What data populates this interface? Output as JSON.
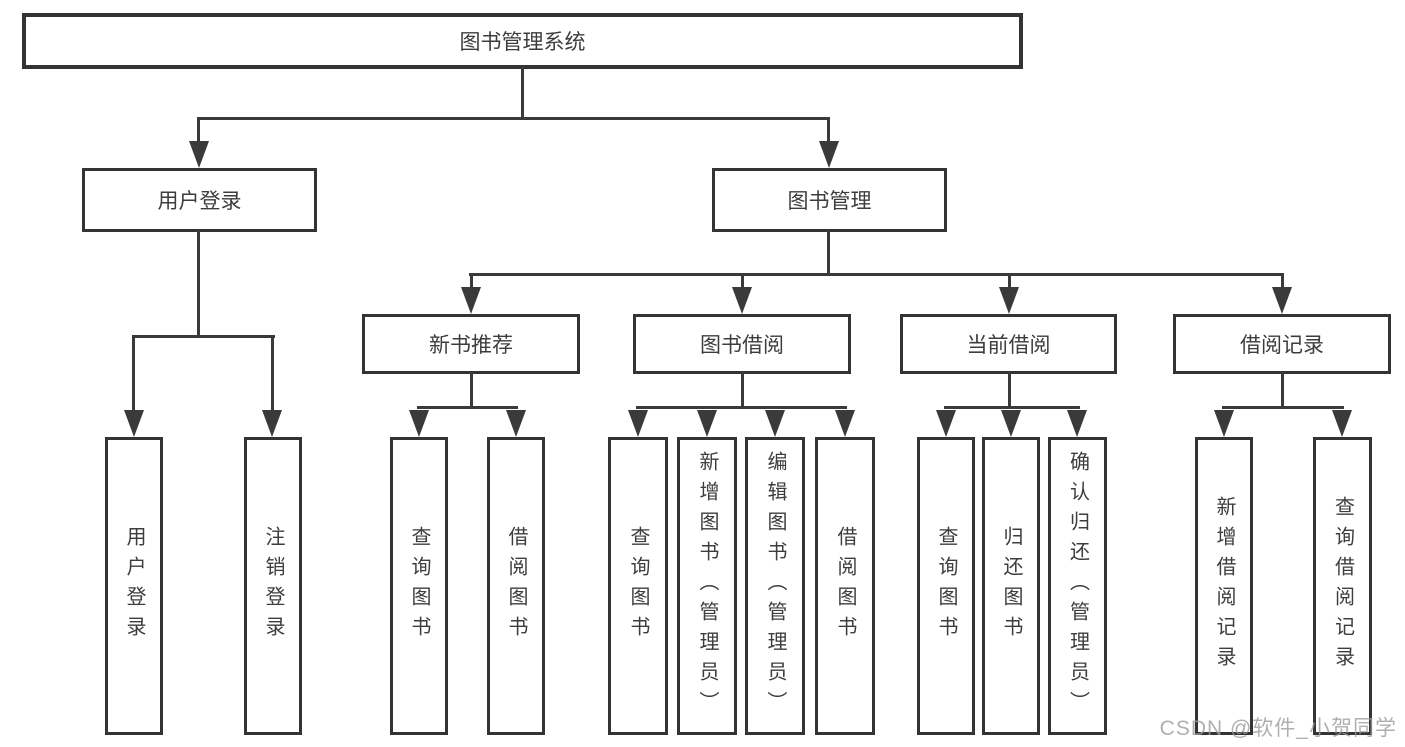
{
  "tree": {
    "root": {
      "label": "图书管理系统",
      "children": [
        {
          "label": "用户登录",
          "children": [
            {
              "label": "用户登录"
            },
            {
              "label": "注销登录"
            }
          ]
        },
        {
          "label": "图书管理",
          "children": [
            {
              "label": "新书推荐",
              "children": [
                {
                  "label": "查询图书"
                },
                {
                  "label": "借阅图书"
                }
              ]
            },
            {
              "label": "图书借阅",
              "children": [
                {
                  "label": "查询图书"
                },
                {
                  "label": "新增图书（管理员）"
                },
                {
                  "label": "编辑图书（管理员）"
                },
                {
                  "label": "借阅图书"
                }
              ]
            },
            {
              "label": "当前借阅",
              "children": [
                {
                  "label": "查询图书"
                },
                {
                  "label": "归还图书"
                },
                {
                  "label": "确认归还（管理员）"
                }
              ]
            },
            {
              "label": "借阅记录",
              "children": [
                {
                  "label": "新增借阅记录"
                },
                {
                  "label": "查询借阅记录"
                }
              ]
            }
          ]
        }
      ]
    }
  },
  "watermark": {
    "text": "CSDN @软件_小贺同学"
  },
  "colors": {
    "line": "#3a3a3a",
    "box_border": "#333333",
    "text": "#3d3d3d",
    "watermark": "#9c9c9c",
    "background": "#ffffff"
  }
}
